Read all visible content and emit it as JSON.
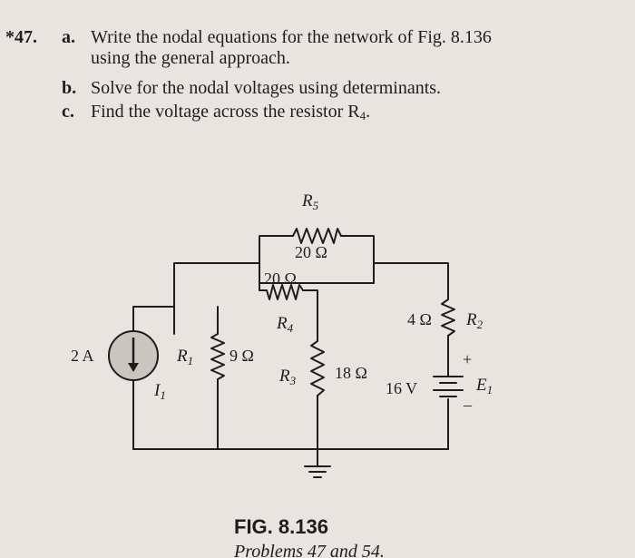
{
  "problem": {
    "number": "*47.",
    "a_label": "a.",
    "a_line1": "Write the nodal equations for the network of Fig. 8.136",
    "a_line2": "using the general approach.",
    "b_label": "b.",
    "b_line1": "Solve for the nodal voltages using determinants.",
    "c_label": "c.",
    "c_text": "Find the voltage across the resistor R",
    "c_sub": "4",
    "c_end": "."
  },
  "circuit": {
    "r5_name": "R",
    "r5_sub": "5",
    "r5_value": "20 Ω",
    "r4_name": "R",
    "r4_sub": "4",
    "r4_value": "20 Ω",
    "r2_name": "R",
    "r2_sub": "2",
    "r2_value": "4 Ω",
    "r1_name": "R",
    "r1_sub": "1",
    "r1_value": "9 Ω",
    "r3_name": "R",
    "r3_sub": "3",
    "r3_value": "18 Ω",
    "source_value": "2 A",
    "source_name": "I",
    "source_sub": "1",
    "battery_value": "16 V",
    "battery_name": "E",
    "battery_sub": "1",
    "plus": "+",
    "minus": "–"
  },
  "figure": {
    "label": "FIG. 8.136",
    "caption": "Problems 47 and 54."
  }
}
